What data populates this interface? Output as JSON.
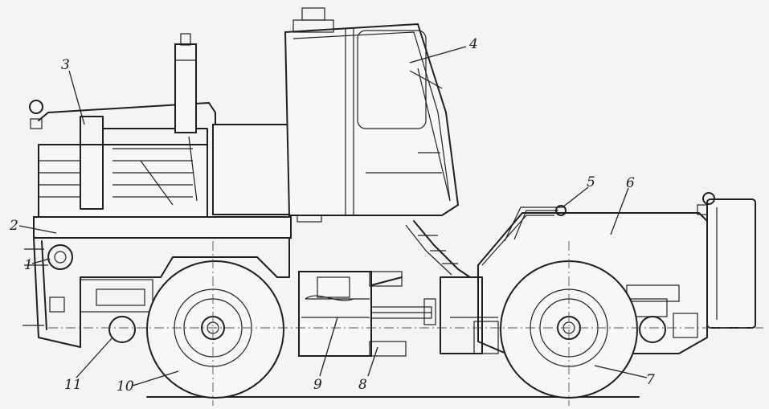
{
  "callouts": [
    {
      "id": "1",
      "label": "1"
    },
    {
      "id": "2",
      "label": "2"
    },
    {
      "id": "3",
      "label": "3"
    },
    {
      "id": "4",
      "label": "4"
    },
    {
      "id": "5",
      "label": "5"
    },
    {
      "id": "6",
      "label": "6"
    },
    {
      "id": "7",
      "label": "7"
    },
    {
      "id": "8",
      "label": "8"
    },
    {
      "id": "9",
      "label": "9"
    },
    {
      "id": "10",
      "label": "10"
    },
    {
      "id": "11",
      "label": "11"
    }
  ],
  "colors": {
    "ink": "#1f1f1f",
    "paper": "#f4f4f2"
  }
}
